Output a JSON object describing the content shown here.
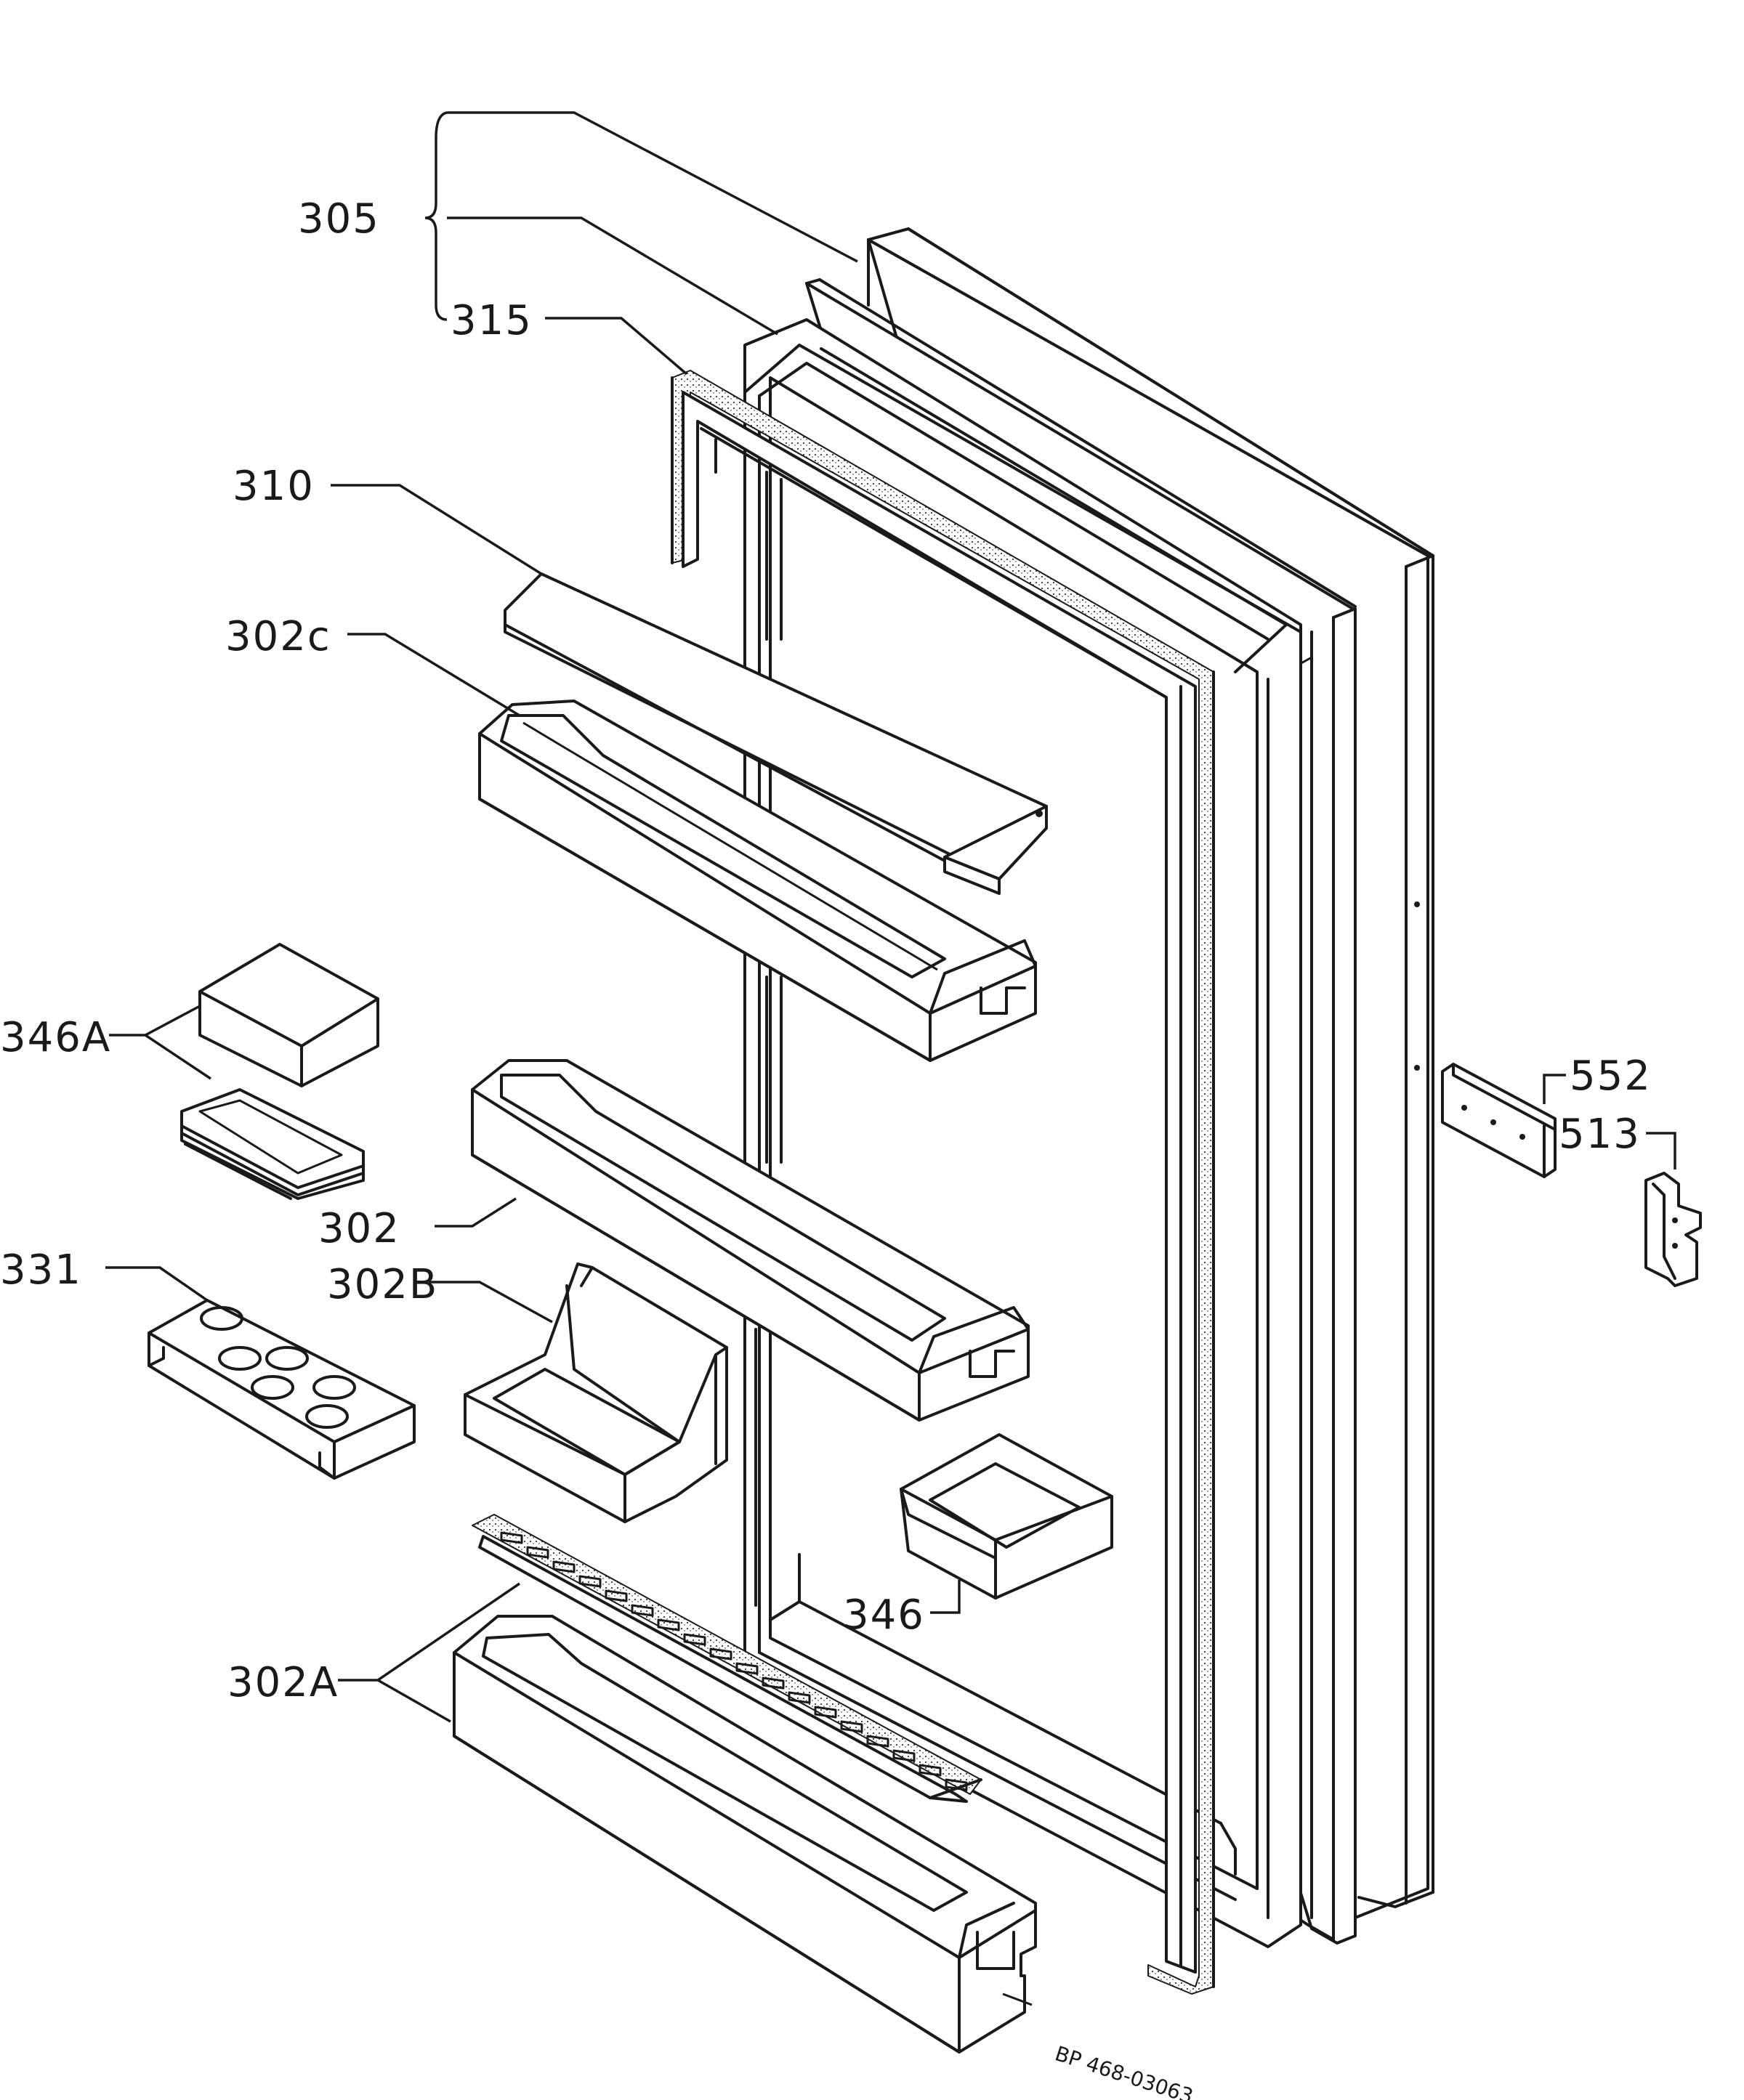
{
  "labels": {
    "l305": "305",
    "l315": "315",
    "l310": "310",
    "l302c": "302c",
    "l346A": "346A",
    "l302": "302",
    "l331": "331",
    "l302B": "302B",
    "l302A": "302A",
    "l346": "346",
    "l552": "552",
    "l513": "513"
  },
  "reference_code": "BP 468-03063"
}
